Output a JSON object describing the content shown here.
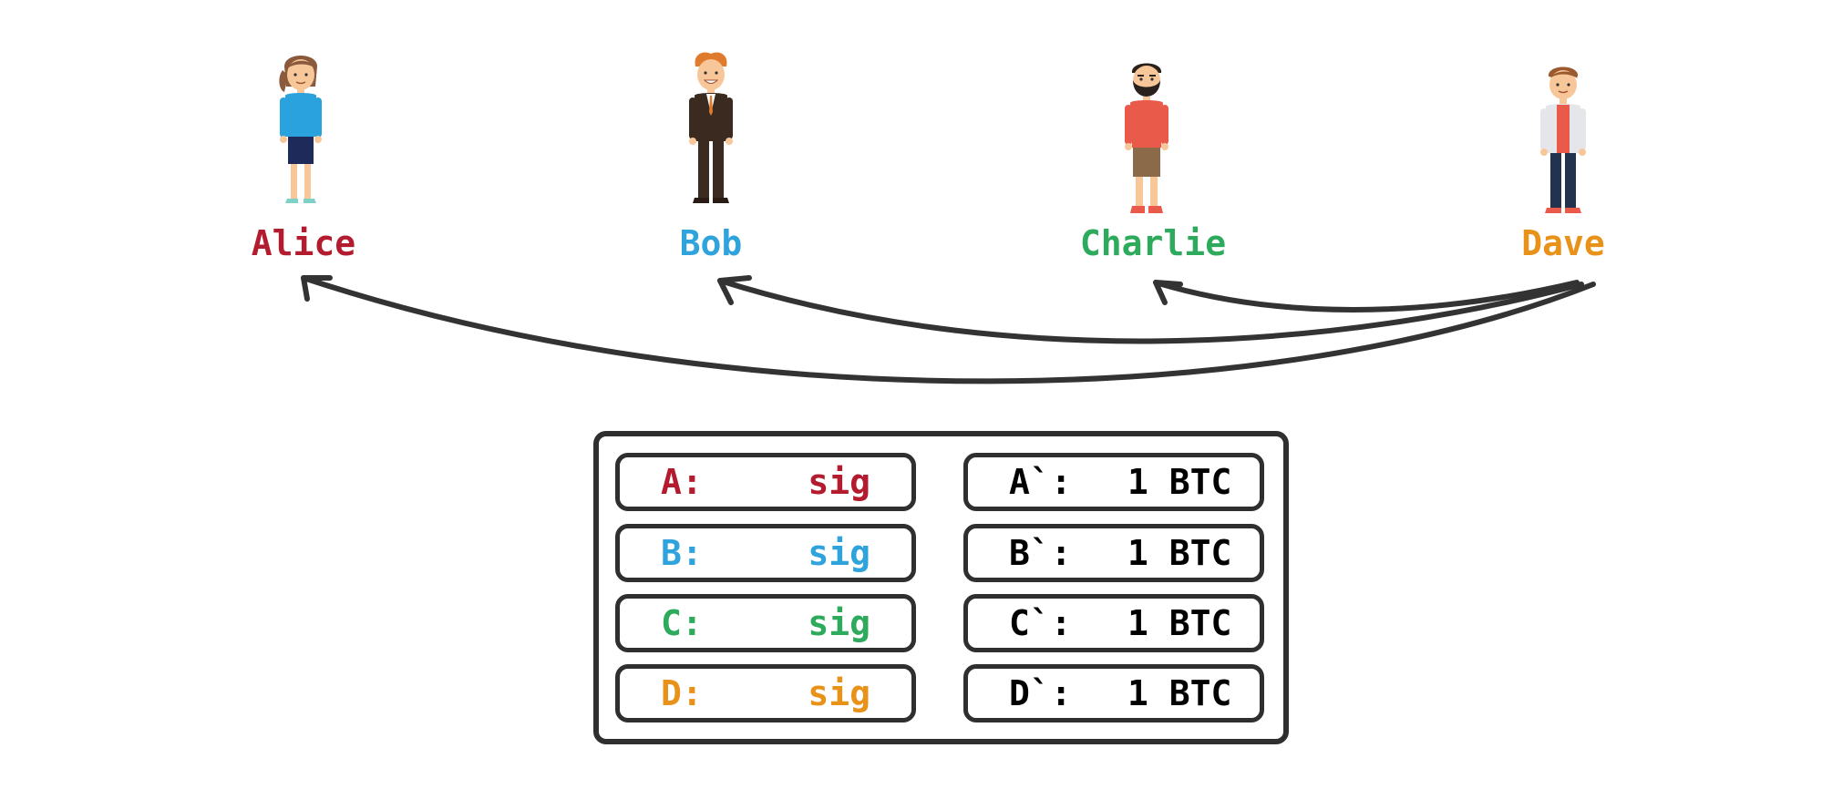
{
  "colors": {
    "alice": "#b31b2e",
    "bob": "#2fa3dc",
    "charlie": "#2eaa5c",
    "dave": "#e8921a",
    "ink": "#2f2f2f"
  },
  "people": [
    {
      "name": "Alice"
    },
    {
      "name": "Bob"
    },
    {
      "name": "Charlie"
    },
    {
      "name": "Dave"
    }
  ],
  "inputs": [
    {
      "key": "A:",
      "value": "sig"
    },
    {
      "key": "B:",
      "value": "sig"
    },
    {
      "key": "C:",
      "value": "sig"
    },
    {
      "key": "D:",
      "value": "sig"
    }
  ],
  "outputs": [
    {
      "key": "A`:",
      "amount": "1 BTC"
    },
    {
      "key": "B`:",
      "amount": "1 BTC"
    },
    {
      "key": "C`:",
      "amount": "1 BTC"
    },
    {
      "key": "D`:",
      "amount": "1 BTC"
    }
  ]
}
